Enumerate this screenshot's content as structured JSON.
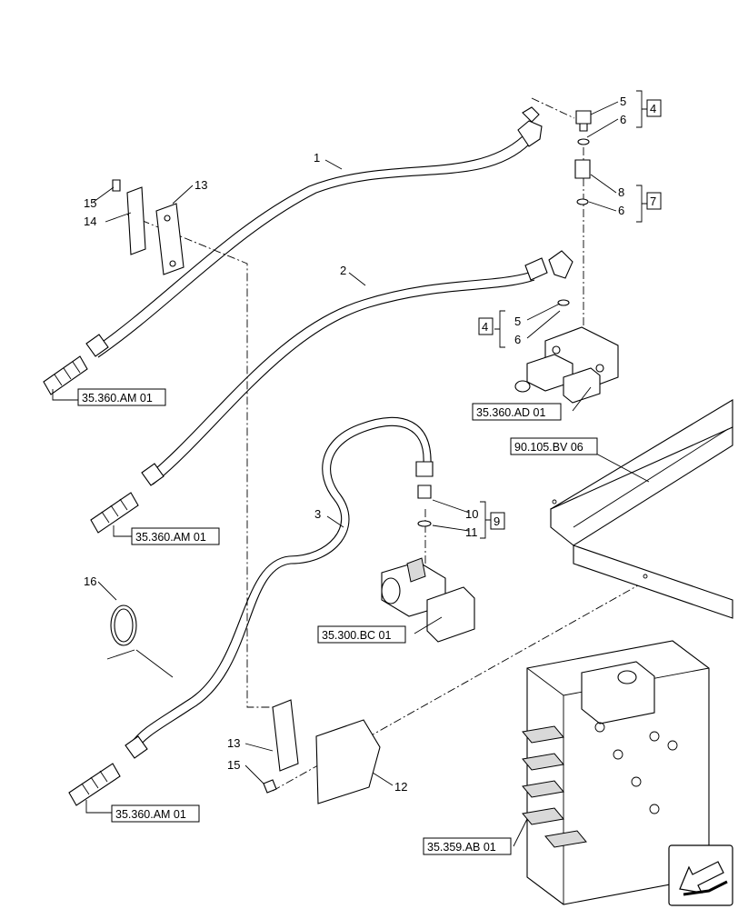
{
  "callouts": {
    "c1": "1",
    "c2": "2",
    "c3": "3",
    "c5a": "5",
    "c6a": "6",
    "c8": "8",
    "c6b": "6",
    "c5b": "5",
    "c6c": "6",
    "c10": "10",
    "c11": "11",
    "c12": "12",
    "c13a": "13",
    "c13b": "13",
    "c14": "14",
    "c15a": "15",
    "c15b": "15",
    "c16": "16"
  },
  "kit_boxes": {
    "k4a": "4",
    "k7": "7",
    "k4b": "4",
    "k9": "9"
  },
  "references": {
    "r1": "35.360.AM 01",
    "r2": "35.360.AM 01",
    "r3": "35.360.AM 01",
    "r4": "35.360.AD 01",
    "r5": "90.105.BV 06",
    "r6": "35.300.BC 01",
    "r7": "35.359.AB 01"
  },
  "icons": {
    "orientation": "orientation-arrow-icon"
  }
}
